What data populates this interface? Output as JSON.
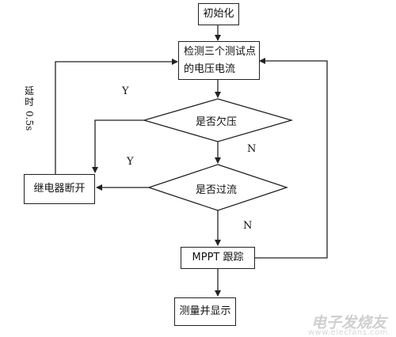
{
  "nodes": {
    "init": "初始化",
    "detect_line1": "检测三个测试点",
    "detect_line2": "的电压电流",
    "undervoltage": "是否欠压",
    "relay_off": "继电器断开",
    "overcurrent": "是否过流",
    "mppt": "MPPT 跟踪",
    "display": "测量并显示"
  },
  "labels": {
    "y1": "Y",
    "y2": "Y",
    "n1": "N",
    "n2": "N",
    "delay_chars": [
      "延",
      "时"
    ],
    "delay_value": "0.5s"
  },
  "watermark": {
    "main": "电子发烧友",
    "sub": "www.elecfans.com"
  }
}
